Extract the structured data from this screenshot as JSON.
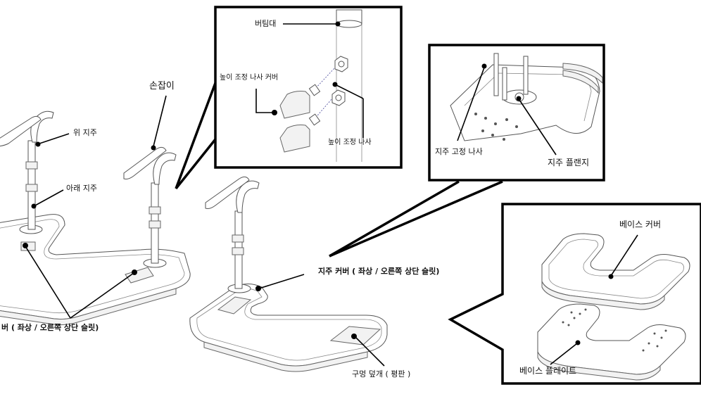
{
  "labels": {
    "support_bar": "버팀대",
    "height_screw_cover": "높이 조정 나사 커버",
    "height_screw": "높이 조정 나사",
    "handle": "손잡이",
    "upper_post": "위 지주",
    "lower_post": "아래 지주",
    "post_cover_left": "버 ( 좌상 / 오른쪽 상단 슬릿)",
    "post_fixing_screw": "지주 고정 나사",
    "post_flange": "지주 플랜지",
    "post_cover": "지주 커버 ( 좌상 / 오른쪽 상단 슬릿)",
    "hole_cover": "구멍 덮개 ( 평판 )",
    "base_cover": "베이스 커버",
    "base_plate": "베이스 플레이트"
  }
}
